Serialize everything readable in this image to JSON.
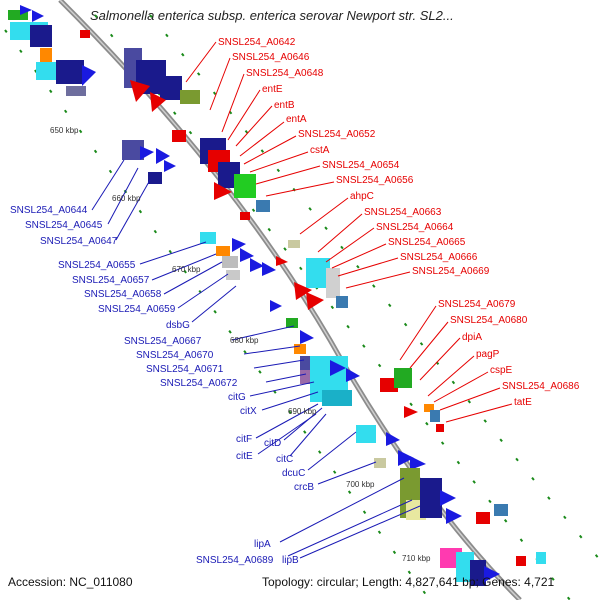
{
  "title": "Salmonella enterica subsp. enterica serovar Newport str. SL2...",
  "footer": {
    "accession": "Accession: NC_011080",
    "topology": "Topology: circular; Length: 4,827,641 bp; Genes: 4,721"
  },
  "kbp_labels": [
    "650 kbp",
    "660 kbp",
    "670 kbp",
    "680 kbp",
    "690 kbp",
    "700 kbp",
    "710 kbp"
  ],
  "red_labels": [
    "SNSL254_A0642",
    "SNSL254_A0646",
    "SNSL254_A0648",
    "entE",
    "entB",
    "entA",
    "SNSL254_A0652",
    "cstA",
    "SNSL254_A0654",
    "SNSL254_A0656",
    "ahpC",
    "SNSL254_A0663",
    "SNSL254_A0664",
    "SNSL254_A0665",
    "SNSL254_A0666",
    "SNSL254_A0669",
    "SNSL254_A0679",
    "SNSL254_A0680",
    "dpiA",
    "pagP",
    "cspE",
    "SNSL254_A0686",
    "tatE"
  ],
  "blue_labels": [
    "SNSL254_A0644",
    "SNSL254_A0645",
    "SNSL254_A0647",
    "SNSL254_A0655",
    "SNSL254_A0657",
    "SNSL254_A0658",
    "SNSL254_A0659",
    "dsbG",
    "SNSL254_A0667",
    "SNSL254_A0670",
    "SNSL254_A0671",
    "SNSL254_A0672",
    "citG",
    "citX",
    "citF",
    "citD",
    "citE",
    "citC",
    "dcuC",
    "crcB",
    "lipA",
    "SNSL254_A0689",
    "lipB"
  ],
  "colors": {
    "red": "#e60000",
    "blue": "#1a1ab5",
    "navy": "#1a1a8c",
    "cyan": "#33ddee",
    "green": "#1a8a1a",
    "olive": "#7a9a30",
    "orange": "#ff8800",
    "backbone": "#8c8c8c"
  }
}
